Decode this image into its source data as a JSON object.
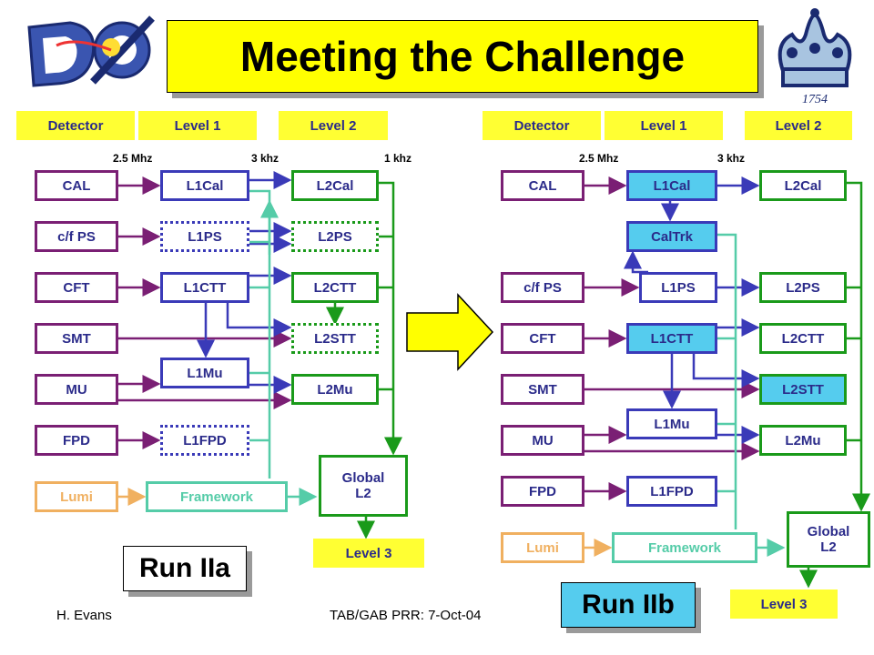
{
  "title": "Meeting the Challenge",
  "left": {
    "headers": [
      "Detector",
      "Level 1",
      "Level 2"
    ],
    "rates": [
      "2.5 Mhz",
      "3 khz",
      "1 khz"
    ],
    "detectors": [
      "CAL",
      "c/f PS",
      "CFT",
      "SMT",
      "MU",
      "FPD"
    ],
    "level1": [
      "L1Cal",
      "L1PS",
      "L1CTT",
      "L1Mu",
      "L1FPD"
    ],
    "level2": [
      "L2Cal",
      "L2PS",
      "L2CTT",
      "L2STT",
      "L2Mu"
    ],
    "lumi": "Lumi",
    "framework": "Framework",
    "global_l2": [
      "Global",
      "L2"
    ],
    "level3": "Level 3",
    "run_label": "Run IIa"
  },
  "right": {
    "headers": [
      "Detector",
      "Level 1",
      "Level 2"
    ],
    "rates": [
      "2.5 Mhz",
      "3 khz"
    ],
    "detectors": [
      "CAL",
      "c/f PS",
      "CFT",
      "SMT",
      "MU",
      "FPD"
    ],
    "level1": [
      "L1Cal",
      "CalTrk",
      "L1PS",
      "L1CTT",
      "L1Mu",
      "L1FPD"
    ],
    "level2": [
      "L2Cal",
      "L2PS",
      "L2CTT",
      "L2STT",
      "L2Mu"
    ],
    "lumi": "Lumi",
    "framework": "Framework",
    "global_l2": [
      "Global",
      "L2"
    ],
    "level3": "Level 3",
    "run_label": "Run IIb"
  },
  "footer": {
    "author": "H. Evans",
    "meeting": "TAB/GAB PRR: 7-Oct-04"
  },
  "colors": {
    "title_bg": "#ffff00",
    "detector_border": "#7a1f74",
    "level1_border": "#3a3ab8",
    "level2_border": "#1a9a1a",
    "highlight_fill": "#55ccee",
    "lumi": "#f0b060",
    "framework": "#55cca8"
  },
  "icons": [
    "dzero-logo",
    "columbia-crown-logo",
    "arrow-right-icon"
  ]
}
